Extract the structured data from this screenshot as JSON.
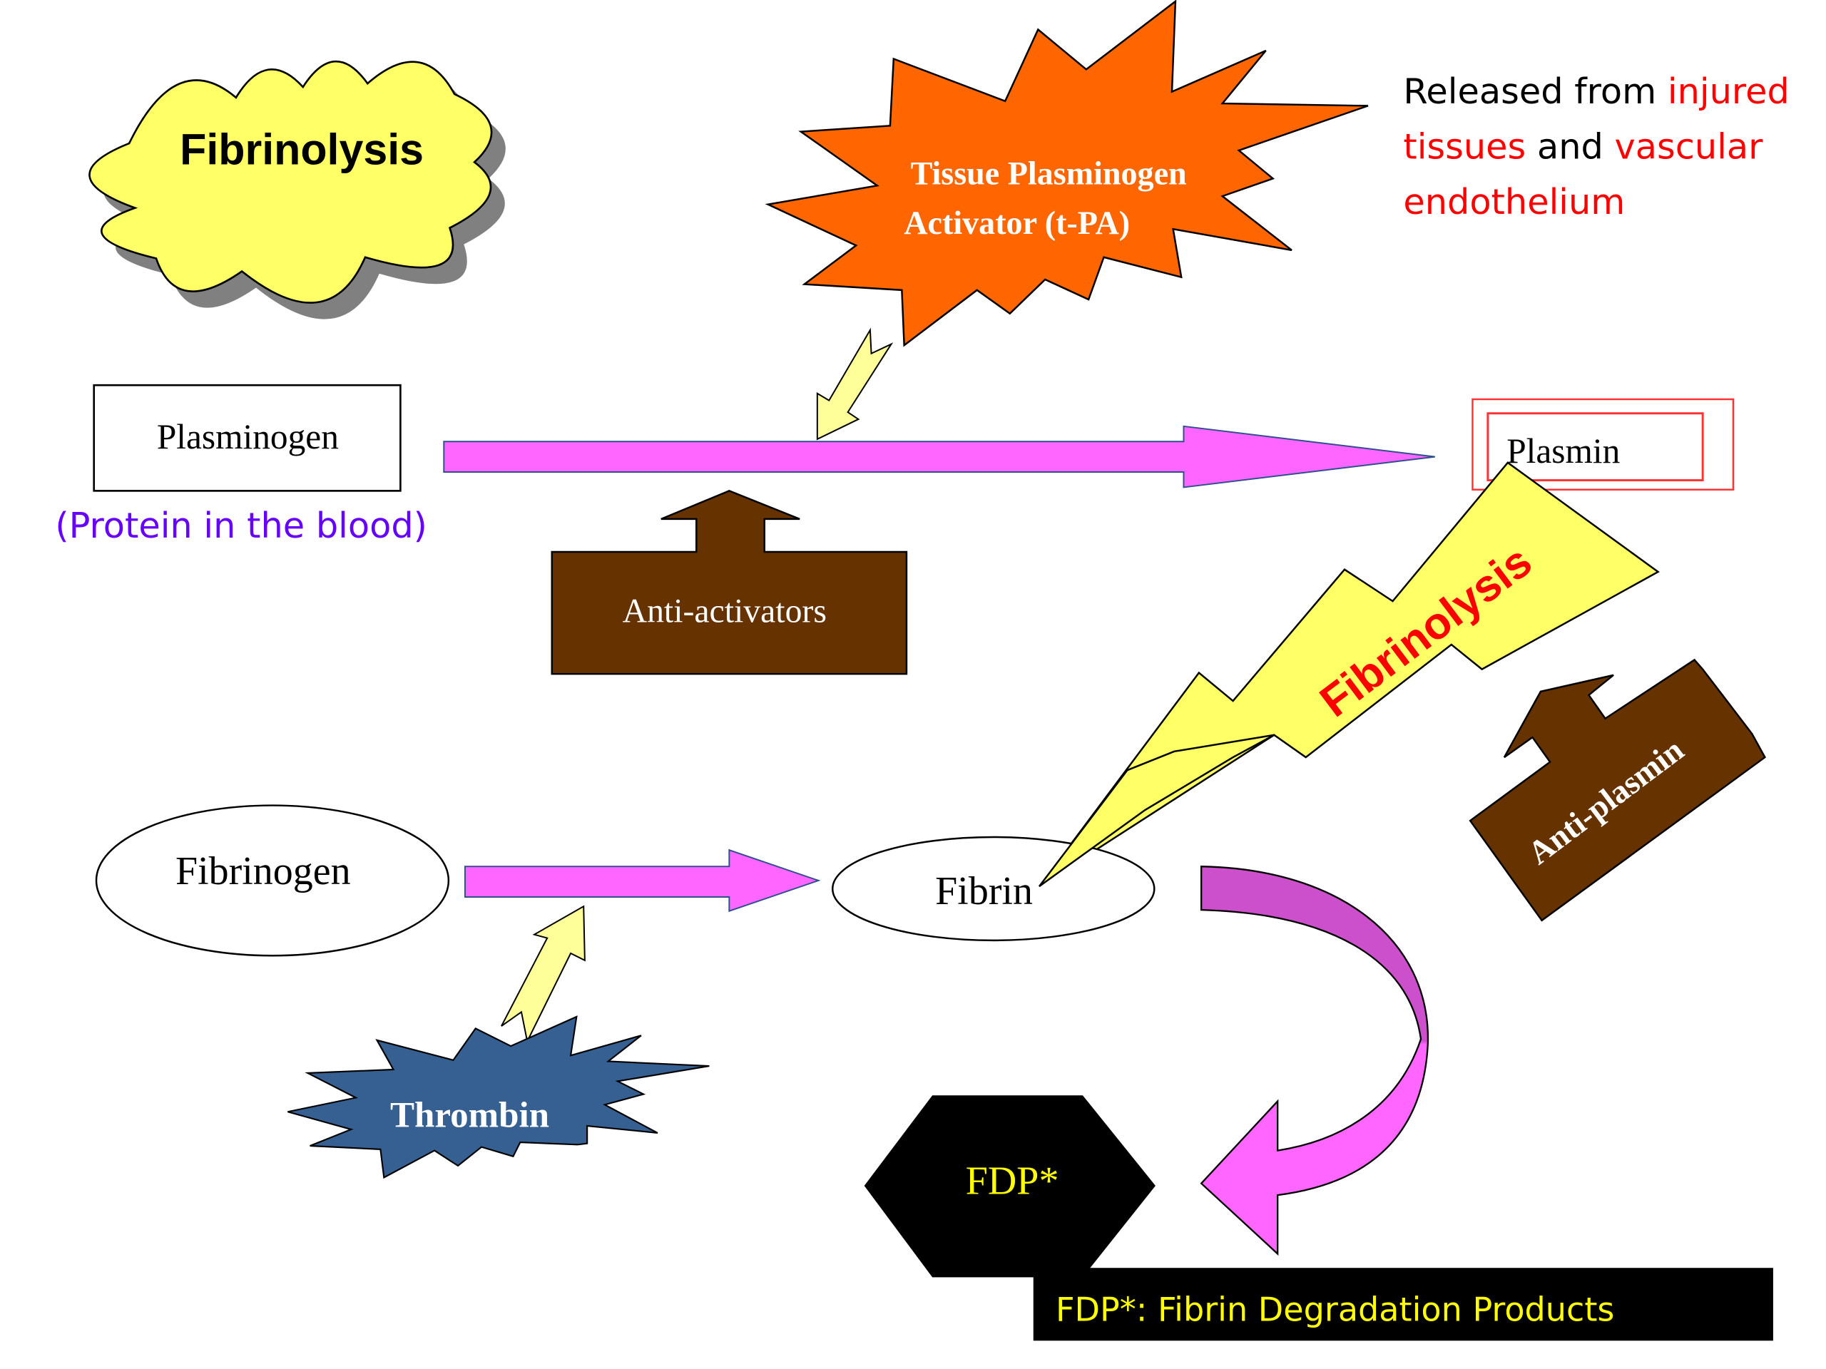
{
  "title_cloud": {
    "label": "Fibrinolysis"
  },
  "tpa_star": {
    "line1": "Tissue Plasminogen",
    "line2": "Activator (t-PA)"
  },
  "source_note": {
    "line1": [
      {
        "text": "Released from ",
        "color": "#000000"
      },
      {
        "text": "injured",
        "color": "#FF0000"
      }
    ],
    "line2": [
      {
        "text": "tissues",
        "color": "#FF0000"
      },
      {
        "text": " and ",
        "color": "#000000"
      },
      {
        "text": "vascular",
        "color": "#FF0000"
      }
    ],
    "line3": [
      {
        "text": "endothelium",
        "color": "#FF0000"
      }
    ]
  },
  "plasminogen": {
    "label": "Plasminogen",
    "note": "(Protein in the blood)"
  },
  "anti_activators": {
    "label": "Anti-activators"
  },
  "plasmin": {
    "label": "Plasmin"
  },
  "fibrinolysis_bolt": {
    "label": "Fibrinolysis"
  },
  "anti_plasmin": {
    "label": "Anti-plasmin"
  },
  "fibrinogen": {
    "label": "Fibrinogen"
  },
  "fibrin": {
    "label": "Fibrin"
  },
  "thrombin": {
    "label": "Thrombin"
  },
  "fdp": {
    "label": "FDP*"
  },
  "footnote": {
    "label": "FDP*: Fibrin Degradation Products"
  },
  "colors": {
    "cloud_fill": "#FFFF66",
    "cloud_shadow": "#808080",
    "tpa_fill": "#FF6600",
    "activation_arrow_fill": "#FF66FF",
    "activation_arrow_stroke": "#2F4F8F",
    "helper_arrow_fill": "#FFFF99",
    "inhibitor_fill": "#663300",
    "plasmin_border": "#FF3333",
    "bolt_fill": "#FFFF66",
    "bolt_text": "#FF0000",
    "thrombin_fill": "#366092",
    "fdp_fill": "#000000",
    "fdp_text": "#FFFF00",
    "note_purple": "#6600FF",
    "curved_arrow_top": "#CC4FCC",
    "curved_arrow_bottom": "#FF66FF"
  }
}
